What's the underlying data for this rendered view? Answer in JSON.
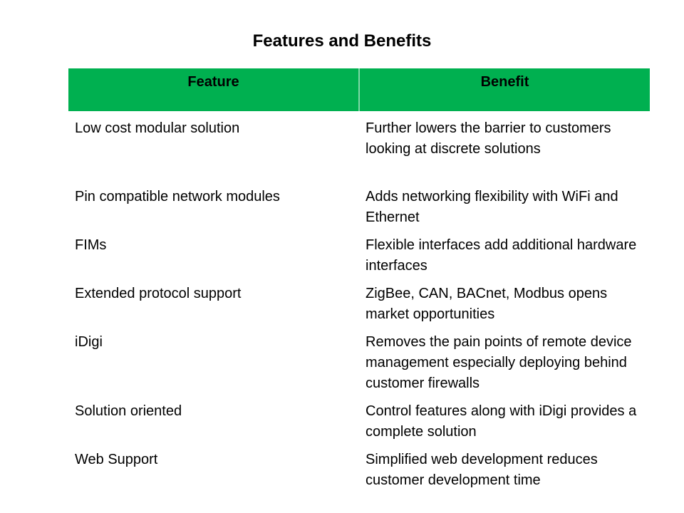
{
  "title": "Features and Benefits",
  "table": {
    "headers": [
      "Feature",
      "Benefit"
    ],
    "rows": [
      {
        "feature": "Low cost modular solution",
        "benefit": "Further lowers the barrier to customers looking at discrete solutions"
      },
      {
        "feature": "Pin compatible network modules",
        "benefit": "Adds networking flexibility with WiFi and Ethernet"
      },
      {
        "feature": "FIMs",
        "benefit": "Flexible interfaces add additional hardware interfaces"
      },
      {
        "feature": "Extended protocol support",
        "benefit": "ZigBee, CAN, BACnet, Modbus opens market opportunities"
      },
      {
        "feature": "iDigi",
        "benefit": "Removes the pain points of remote device management especially deploying behind customer firewalls"
      },
      {
        "feature": "Solution oriented",
        "benefit": "Control features along with iDigi provides a complete solution"
      },
      {
        "feature": "Web Support",
        "benefit": "Simplified web development reduces customer development time"
      }
    ]
  },
  "colors": {
    "header": "#00b050"
  }
}
